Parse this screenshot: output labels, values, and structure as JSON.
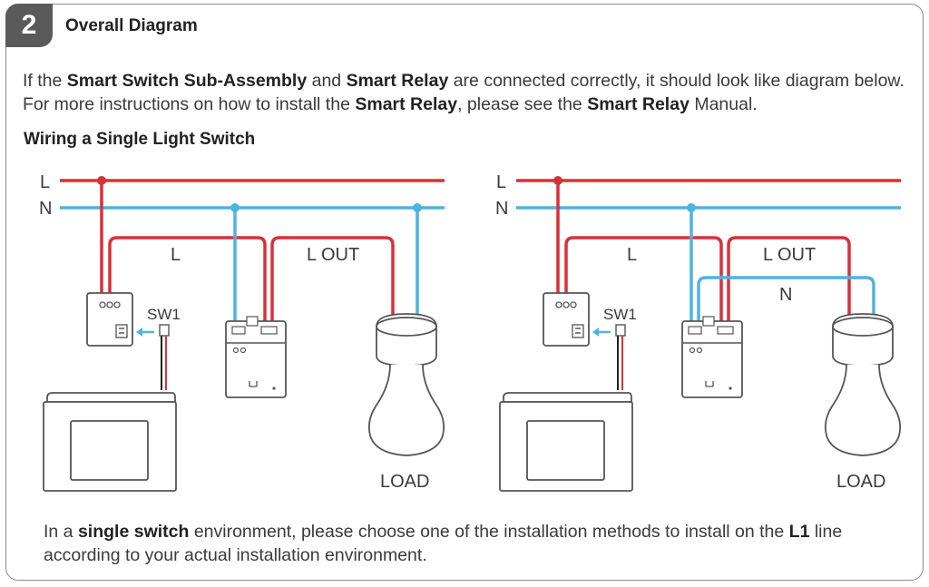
{
  "section": {
    "number": "2",
    "title": "Overall Diagram"
  },
  "intro": {
    "t1": "If the ",
    "b1": "Smart Switch Sub-Assembly",
    "t2": " and ",
    "b2": "Smart Relay",
    "t3": " are connected correctly, it should look like diagram below. For more instructions on how to install the ",
    "b3": "Smart Relay",
    "t4": ", please see the ",
    "b4": "Smart Relay",
    "t5": " Manual."
  },
  "subtitle": "Wiring a Single Light Switch",
  "diagrams": [
    {
      "line_label": "L",
      "neutral_label": "N",
      "wire_l_label": "L",
      "wire_lout_label": "L OUT",
      "wire_n_label": "",
      "switch_label": "SW1",
      "load_label": "LOAD"
    },
    {
      "line_label": "L",
      "neutral_label": "N",
      "wire_l_label": "L",
      "wire_lout_label": "L OUT",
      "wire_n_label": "N",
      "switch_label": "SW1",
      "load_label": "LOAD"
    }
  ],
  "footer": {
    "t1": "In a ",
    "b1": "single switch",
    "t2": " environment, please choose one of the installation methods to install on the ",
    "b2": "L1",
    "t3": " line according to your actual installation environment."
  },
  "colors": {
    "live": "#d8313a",
    "neutral": "#4fb3e0",
    "badge": "#5a5a5a"
  }
}
